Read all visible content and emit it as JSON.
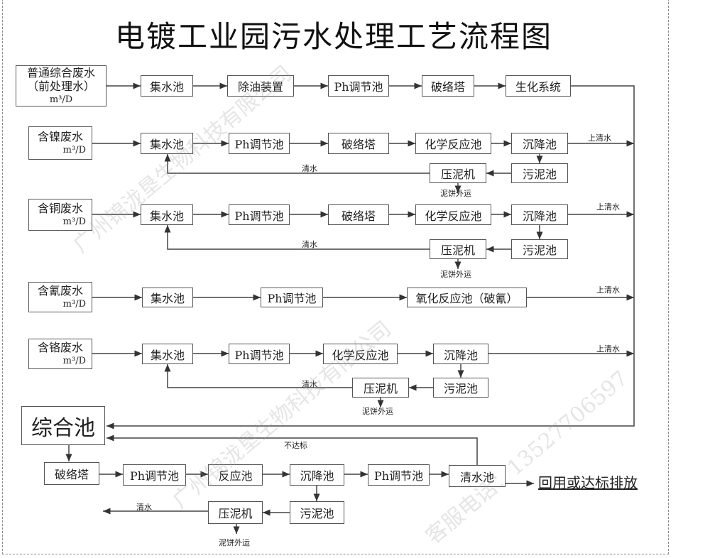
{
  "title": "电镀工业园污水处理工艺流程图",
  "unit": "m³/D",
  "rows": [
    {
      "source": [
        "普通综合废水",
        "（前处理水）"
      ],
      "steps": [
        "集水池",
        "除油装置",
        "Ph调节池",
        "破络塔",
        "生化系统"
      ]
    },
    {
      "source": [
        "含镍废水"
      ],
      "steps": [
        "集水池",
        "Ph调节池",
        "破络塔",
        "化学反应池",
        "沉降池",
        "污泥池",
        "压泥机"
      ]
    },
    {
      "source": [
        "含铜废水"
      ],
      "steps": [
        "集水池",
        "Ph调节池",
        "破络塔",
        "化学反应池",
        "沉降池",
        "污泥池",
        "压泥机"
      ]
    },
    {
      "source": [
        "含氰废水"
      ],
      "steps": [
        "集水池",
        "Ph调节池",
        "氧化反应池（破氰）"
      ]
    },
    {
      "source": [
        "含铬废水"
      ],
      "steps": [
        "集水池",
        "Ph调节池",
        "化学反应池",
        "沉降池",
        "污泥池",
        "压泥机"
      ]
    }
  ],
  "labels": {
    "clear_water": "清水",
    "supernatant": "上清水",
    "sludge_cake": "泥饼外运",
    "not_standard": "不达标"
  },
  "final": {
    "pool": "综合池",
    "steps": [
      "破络塔",
      "Ph调节池",
      "反应池",
      "沉降池",
      "Ph调节池",
      "清水池",
      "污泥池",
      "压泥机"
    ],
    "output": "回用或达标排放"
  },
  "watermark": [
    "广州锦泷垦生物科技有限公司",
    "客服电话：13527706597"
  ]
}
